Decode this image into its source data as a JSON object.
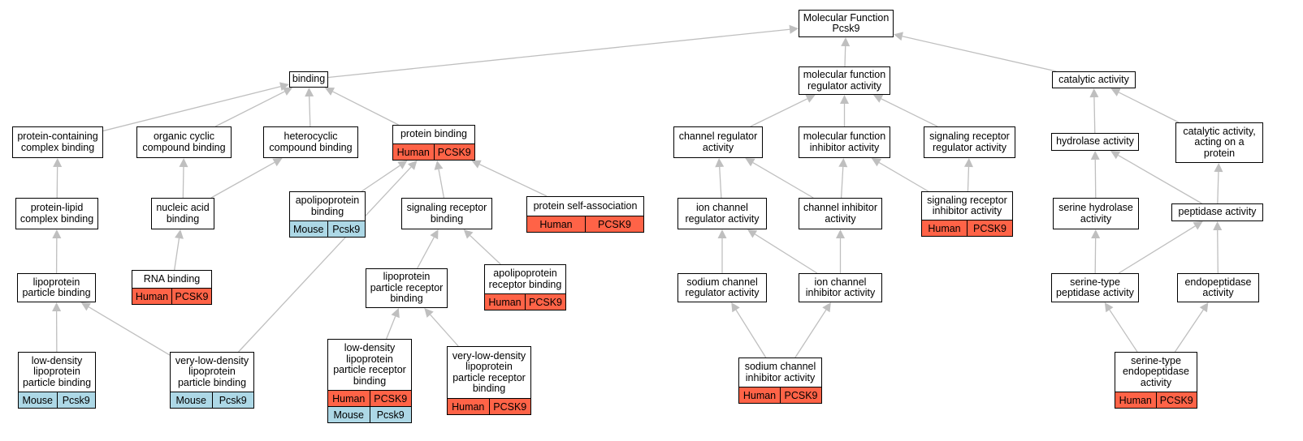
{
  "colors": {
    "human": "#ff6347",
    "mouse": "#add8e6",
    "edge": "#bfbfbf",
    "border": "#000000",
    "node_fill": "#ffffff"
  },
  "nodes": [
    {
      "id": "mf",
      "label": [
        "Molecular Function",
        "Pcsk9"
      ]
    },
    {
      "id": "binding",
      "label": [
        "binding"
      ]
    },
    {
      "id": "mfra",
      "label": [
        "molecular function",
        "regulator activity"
      ]
    },
    {
      "id": "cat",
      "label": [
        "catalytic activity"
      ]
    },
    {
      "id": "pccb",
      "label": [
        "protein-containing",
        "complex binding"
      ]
    },
    {
      "id": "occb",
      "label": [
        "organic cyclic",
        "compound binding"
      ]
    },
    {
      "id": "hccb",
      "label": [
        "heterocyclic",
        "compound binding"
      ]
    },
    {
      "id": "pb",
      "label": [
        "protein binding"
      ],
      "rows": [
        [
          "Human",
          "PCSK9"
        ]
      ]
    },
    {
      "id": "chra",
      "label": [
        "channel regulator",
        "activity"
      ]
    },
    {
      "id": "mfia",
      "label": [
        "molecular function",
        "inhibitor activity"
      ]
    },
    {
      "id": "srra",
      "label": [
        "signaling receptor",
        "regulator activity"
      ]
    },
    {
      "id": "hyd",
      "label": [
        "hydrolase activity"
      ]
    },
    {
      "id": "cap",
      "label": [
        "catalytic activity,",
        "acting on a",
        "protein"
      ]
    },
    {
      "id": "plcb",
      "label": [
        "protein-lipid",
        "complex binding"
      ]
    },
    {
      "id": "nab",
      "label": [
        "nucleic acid",
        "binding"
      ]
    },
    {
      "id": "apob",
      "label": [
        "apolipoprotein",
        "binding"
      ],
      "rows": [
        [
          "Mouse",
          "Pcsk9"
        ]
      ]
    },
    {
      "id": "srb",
      "label": [
        "signaling receptor",
        "binding"
      ]
    },
    {
      "id": "psa",
      "label": [
        "protein self-association"
      ],
      "rows": [
        [
          "Human",
          "PCSK9"
        ]
      ]
    },
    {
      "id": "icra",
      "label": [
        "ion channel",
        "regulator activity"
      ]
    },
    {
      "id": "chia",
      "label": [
        "channel inhibitor",
        "activity"
      ]
    },
    {
      "id": "sria",
      "label": [
        "signaling receptor",
        "inhibitor activity"
      ],
      "rows": [
        [
          "Human",
          "PCSK9"
        ]
      ]
    },
    {
      "id": "sha",
      "label": [
        "serine hydrolase",
        "activity"
      ]
    },
    {
      "id": "pep",
      "label": [
        "peptidase activity"
      ]
    },
    {
      "id": "lpb",
      "label": [
        "lipoprotein",
        "particle binding"
      ]
    },
    {
      "id": "rnab",
      "label": [
        "RNA binding"
      ],
      "rows": [
        [
          "Human",
          "PCSK9"
        ]
      ]
    },
    {
      "id": "lprb",
      "label": [
        "lipoprotein",
        "particle receptor",
        "binding"
      ]
    },
    {
      "id": "aprb",
      "label": [
        "apolipoprotein",
        "receptor binding"
      ],
      "rows": [
        [
          "Human",
          "PCSK9"
        ]
      ]
    },
    {
      "id": "scra",
      "label": [
        "sodium channel",
        "regulator activity"
      ]
    },
    {
      "id": "icia",
      "label": [
        "ion channel",
        "inhibitor activity"
      ]
    },
    {
      "id": "stpa",
      "label": [
        "serine-type",
        "peptidase activity"
      ]
    },
    {
      "id": "endo",
      "label": [
        "endopeptidase",
        "activity"
      ]
    },
    {
      "id": "ldlpb",
      "label": [
        "low-density",
        "lipoprotein",
        "particle binding"
      ],
      "rows": [
        [
          "Mouse",
          "Pcsk9"
        ]
      ]
    },
    {
      "id": "vldlpb",
      "label": [
        "very-low-density",
        "lipoprotein",
        "particle binding"
      ],
      "rows": [
        [
          "Mouse",
          "Pcsk9"
        ]
      ]
    },
    {
      "id": "ldlprb",
      "label": [
        "low-density",
        "lipoprotein",
        "particle receptor",
        "binding"
      ],
      "rows": [
        [
          "Human",
          "PCSK9"
        ],
        [
          "Mouse",
          "Pcsk9"
        ]
      ]
    },
    {
      "id": "vldlprb",
      "label": [
        "very-low-density",
        "lipoprotein",
        "particle receptor",
        "binding"
      ],
      "rows": [
        [
          "Human",
          "PCSK9"
        ]
      ]
    },
    {
      "id": "scia",
      "label": [
        "sodium channel",
        "inhibitor activity"
      ],
      "rows": [
        [
          "Human",
          "PCSK9"
        ]
      ]
    },
    {
      "id": "stea",
      "label": [
        "serine-type",
        "endopeptidase",
        "activity"
      ],
      "rows": [
        [
          "Human",
          "PCSK9"
        ]
      ]
    }
  ],
  "edges": [
    [
      "binding",
      "mf"
    ],
    [
      "mfra",
      "mf"
    ],
    [
      "cat",
      "mf"
    ],
    [
      "pccb",
      "binding"
    ],
    [
      "occb",
      "binding"
    ],
    [
      "hccb",
      "binding"
    ],
    [
      "pb",
      "binding"
    ],
    [
      "chra",
      "mfra"
    ],
    [
      "mfia",
      "mfra"
    ],
    [
      "srra",
      "mfra"
    ],
    [
      "hyd",
      "cat"
    ],
    [
      "cap",
      "cat"
    ],
    [
      "plcb",
      "pccb"
    ],
    [
      "nab",
      "occb"
    ],
    [
      "nab",
      "hccb"
    ],
    [
      "apob",
      "pb"
    ],
    [
      "srb",
      "pb"
    ],
    [
      "psa",
      "pb"
    ],
    [
      "vldlpb",
      "pb"
    ],
    [
      "icra",
      "chra"
    ],
    [
      "chia",
      "chra"
    ],
    [
      "chia",
      "mfia"
    ],
    [
      "sria",
      "mfia"
    ],
    [
      "sria",
      "srra"
    ],
    [
      "sha",
      "hyd"
    ],
    [
      "pep",
      "cap"
    ],
    [
      "pep",
      "hyd"
    ],
    [
      "lpb",
      "plcb"
    ],
    [
      "rnab",
      "nab"
    ],
    [
      "lprb",
      "srb"
    ],
    [
      "aprb",
      "srb"
    ],
    [
      "scra",
      "icra"
    ],
    [
      "icia",
      "icra"
    ],
    [
      "icia",
      "chia"
    ],
    [
      "stpa",
      "sha"
    ],
    [
      "stpa",
      "pep"
    ],
    [
      "endo",
      "pep"
    ],
    [
      "ldlpb",
      "lpb"
    ],
    [
      "vldlpb",
      "lpb"
    ],
    [
      "ldlprb",
      "lprb"
    ],
    [
      "vldlprb",
      "lprb"
    ],
    [
      "scia",
      "scra"
    ],
    [
      "scia",
      "icia"
    ],
    [
      "stea",
      "stpa"
    ],
    [
      "stea",
      "endo"
    ]
  ]
}
